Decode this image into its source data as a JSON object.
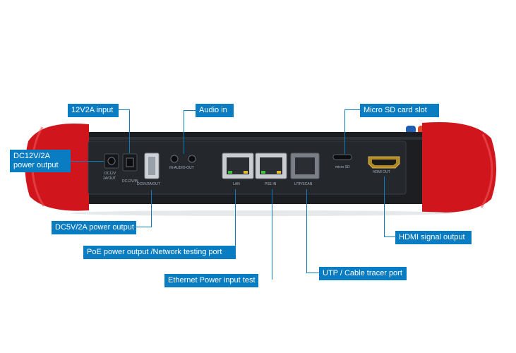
{
  "callouts": {
    "input_12v2a": "12V2A input",
    "audio_in": "Audio in",
    "micro_sd": "Micro SD card slot",
    "dc12v_out": "DC12V/2A power output",
    "dc5v_out": "DC5V/2A power output",
    "poe_out": "PoE power output /Network testing port",
    "eth_power_test": "Ethernet Power input test",
    "utp_tracer": "UTP / Cable tracer port",
    "hdmi_out": "HDMI signal output"
  },
  "panel_labels": {
    "dc12v_out_a": "DC12V",
    "dc12v_out_b": "2A/OUT",
    "dc12v_in": "DC12V/IN",
    "dc5v_out": "DC5V/2A/OUT",
    "audio": "IN-AUDIO-OUT",
    "lan": "LAN",
    "pse_in": "PSE IN",
    "utp_scan": "UTP/SCAN",
    "micro_sd": "micro SD",
    "hdmi_out": "HDMI OUT"
  },
  "colors": {
    "accent": "#0a7cc1",
    "bumper": "#d0161c",
    "body": "#1c1e22",
    "panel": "#24272c"
  }
}
